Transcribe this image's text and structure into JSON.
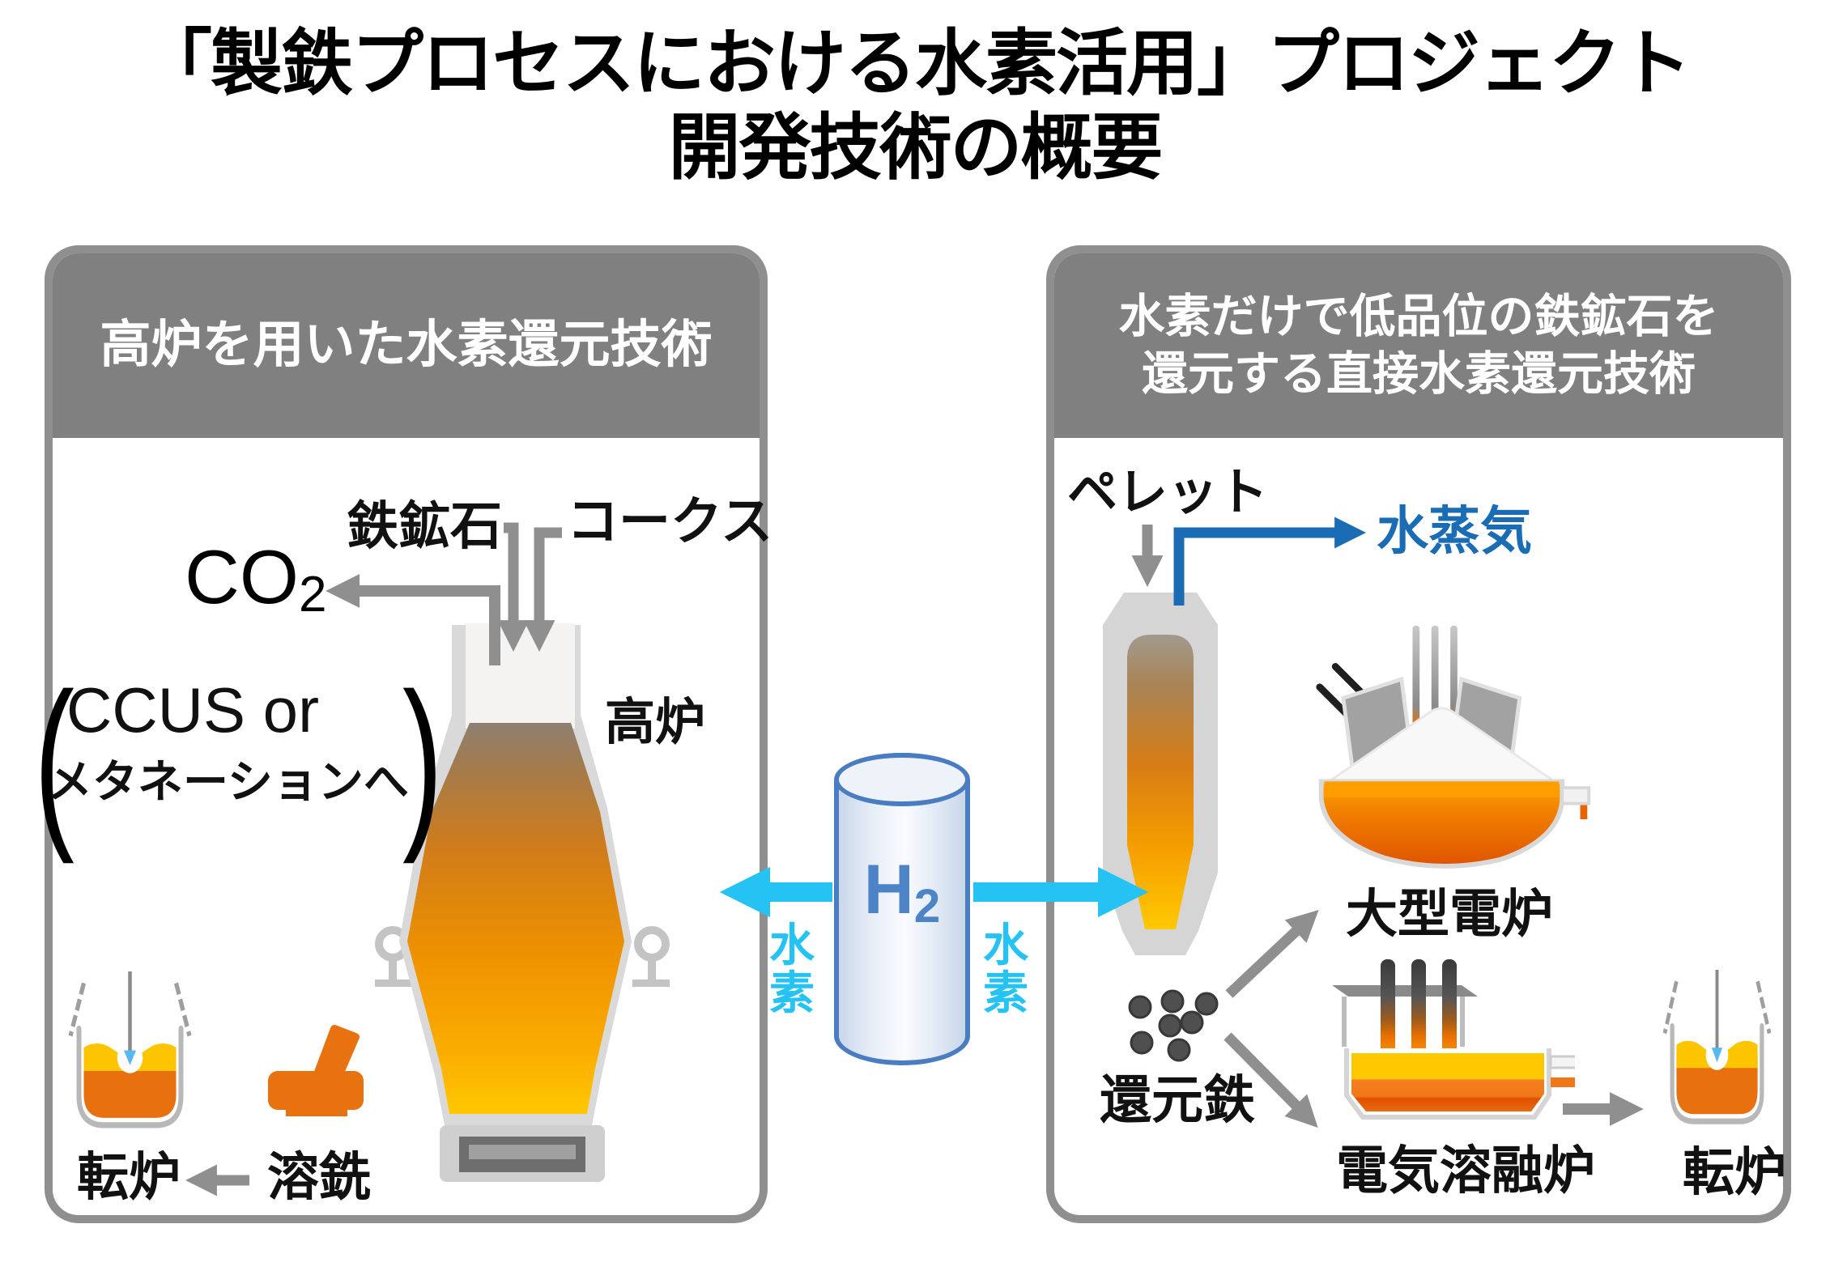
{
  "title": {
    "line1": "「製鉄プロセスにおける水素活用」プロジェクト",
    "line2": "開発技術の概要"
  },
  "left_panel": {
    "header": "高炉を用いた水素還元技術",
    "iron_ore": "鉄鉱石",
    "coke": "コークス",
    "co2_main": "CO",
    "co2_sub": "2",
    "paren_open": "(",
    "paren_close": ")",
    "ccus_line1": "CCUS or",
    "ccus_line2": "メタネーションへ",
    "blast_furnace": "高炉",
    "converter": "転炉",
    "hot_metal": "溶銑"
  },
  "center": {
    "h2_main": "H",
    "h2_sub": "2",
    "hydrogen_left": "水素",
    "hydrogen_right": "水素"
  },
  "right_panel": {
    "header_line1": "水素だけで低品位の鉄鉱石を",
    "header_line2": "還元する直接水素還元技術",
    "pellet": "ペレット",
    "steam": "水蒸気",
    "large_eaf": "大型電炉",
    "reduced_iron": "還元鉄",
    "melting_furnace": "電気溶融炉",
    "converter": "転炉"
  },
  "colors": {
    "accent_cyan": "#25c3f3",
    "steam_blue": "#1a6cb5",
    "h2_blue": "#4d84c8",
    "header_gray": "#808080",
    "panel_border_gray": "#8f8f8f",
    "arrow_gray": "#8f8f8f",
    "molten_orange": "#ee8800",
    "molten_yellow": "#ffc400"
  }
}
